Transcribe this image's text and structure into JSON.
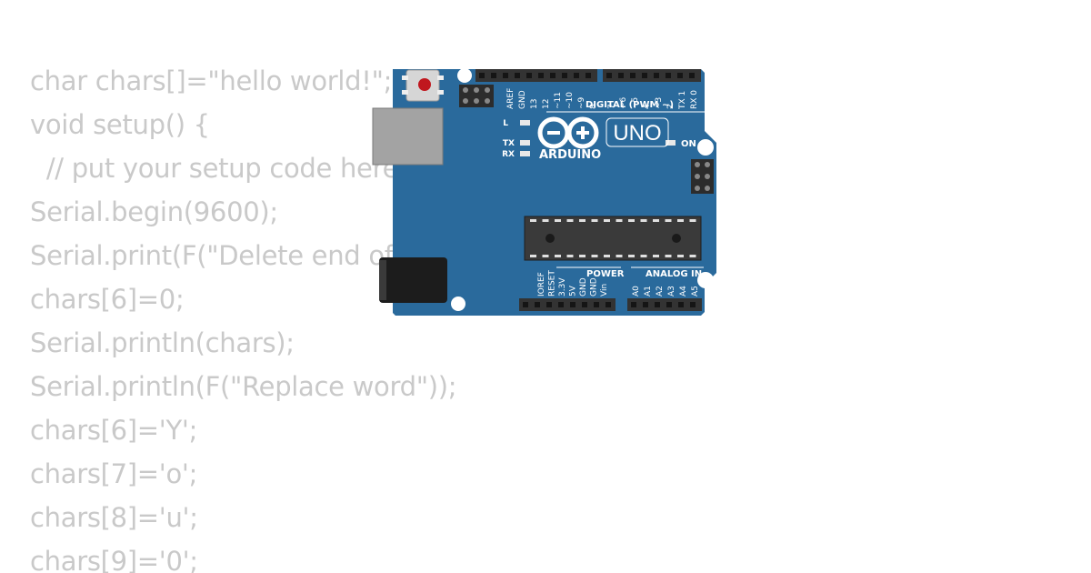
{
  "code": {
    "lines": [
      "char chars[]=\"hello world!\";",
      "void setup() {",
      "  // put your setup code here, to run once:",
      "Serial.begin(9600);",
      "Serial.print(F(\"Delete end of string: \"));",
      "chars[6]=0;",
      "Serial.println(chars);",
      "Serial.println(F(\"Replace word\"));",
      "chars[6]='Y';",
      "chars[7]='o';",
      "chars[8]='u';",
      "chars[9]='0';"
    ]
  },
  "board": {
    "brand": "ARDUINO",
    "model": "UNO",
    "digital_label": "DIGITAL (PWM ~)",
    "power_label": "POWER",
    "analog_label": "ANALOG IN",
    "led_labels": {
      "l": "L",
      "tx": "TX",
      "rx": "RX",
      "on": "ON"
    },
    "top_pins_left": [
      "AREF",
      "GND",
      "13",
      "12",
      "~11",
      "~10",
      "~9",
      "8"
    ],
    "top_pins_right": [
      "7",
      "~6",
      "~5",
      "4",
      "~3",
      "2",
      "TX 1",
      "RX 0"
    ],
    "power_pins": [
      "IOREF",
      "RESET",
      "3.3V",
      "5V",
      "GND",
      "GND",
      "Vin"
    ],
    "analog_pins": [
      "A0",
      "A1",
      "A2",
      "A3",
      "A4",
      "A5"
    ],
    "colors": {
      "pcb": "#2a6a9c",
      "header": "#333333",
      "chip": "#3a3a3a",
      "usb": "#a3a3a3",
      "reset_button": "#c0171e"
    }
  }
}
